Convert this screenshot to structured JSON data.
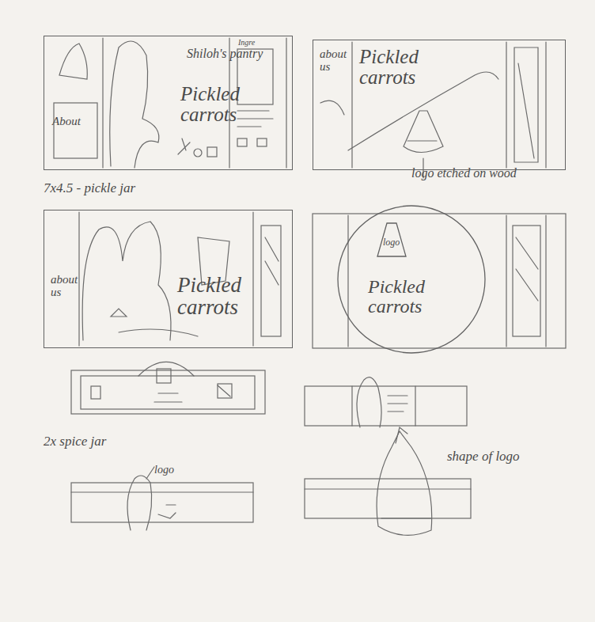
{
  "diagram": {
    "nodes": [
      {
        "text": [
          "About",
          "Shiloh's pantry",
          "Pickled carrots",
          "Ingre"
        ]
      },
      {
        "text": [
          "about us",
          "Pickled carrots"
        ]
      },
      {
        "text": [
          "about us",
          "Pickled carrots"
        ]
      },
      {
        "text": [
          "Pickled carrots"
        ]
      },
      {
        "text": [
          "logo"
        ],
        "in": 3
      }
    ],
    "labels": [
      "logo etched on wood",
      "7x4.5 - pickle jar",
      "2x spice jar",
      "logo",
      "shape of logo"
    ]
  }
}
